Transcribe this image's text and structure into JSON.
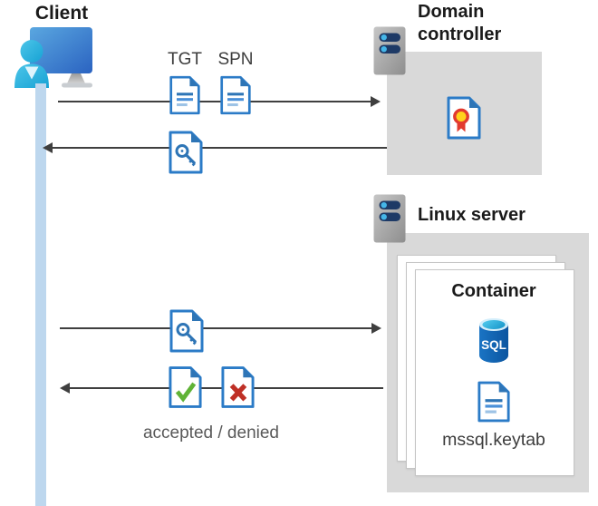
{
  "client": {
    "label": "Client"
  },
  "domain_controller": {
    "label": "Domain controller"
  },
  "linux_server": {
    "label": "Linux server"
  },
  "container": {
    "label": "Container",
    "sql_label": "SQL",
    "keytab_label": "mssql.keytab"
  },
  "flows": {
    "tgt_label": "TGT",
    "spn_label": "SPN",
    "result_label": "accepted / denied"
  },
  "colors": {
    "lifeline_blue": "#bdd7ee",
    "box_gray": "#d9d9d9",
    "arrow_gray": "#3f3f3f",
    "heading_text": "#1a1a1a",
    "label_text": "#3d3d3d",
    "muted_text": "#595959",
    "doc_border_blue": "#2b7bc7",
    "doc_fold_blue": "#2e75b6",
    "doc_line_light_blue": "#9dc3e6",
    "check_green": "#5fb336",
    "cross_red": "#bf3026",
    "cert_ribbon_red": "#e23a2e",
    "cert_seal_yellow": "#ffd21c",
    "server_bar_navy": "#1e3a66",
    "server_led_blue": "#45b6e8",
    "sql_body_blue": "#0f63b1",
    "sql_top_cyan": "#3ec0e6"
  }
}
